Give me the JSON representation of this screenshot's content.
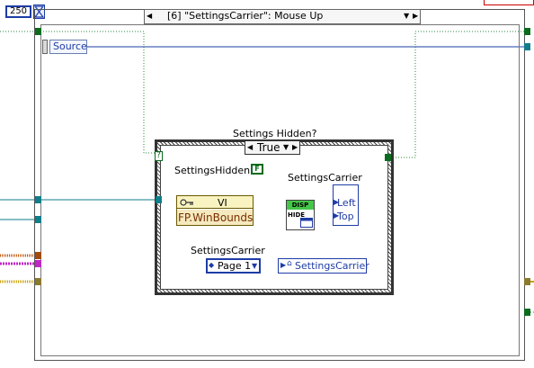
{
  "timeout_constant": "250",
  "event_selector": {
    "label": "[6] \"SettingsCarrier\": Mouse Up",
    "left_arrow": "◀",
    "right_arrow": "▶",
    "dropdown": "▼"
  },
  "event_data": {
    "source_label": "Source"
  },
  "case_structure": {
    "label": "Settings Hidden?",
    "selector_value": "True",
    "dropdown": "▼",
    "question_mark": "?"
  },
  "settings_hidden": {
    "label": "SettingsHidden",
    "constant_value": "F"
  },
  "property_node": {
    "vi_label": "VI",
    "property": "FP.WinBounds"
  },
  "disp_node": {
    "disp_label": "DISP",
    "hide_label": "HIDE"
  },
  "cluster": {
    "label": "SettingsCarrier",
    "fields": [
      "Left",
      "Top"
    ]
  },
  "page_control": {
    "label": "SettingsCarrier",
    "value": "Page 1",
    "dropdown": "▼"
  },
  "reference": {
    "text": "SettingsCarrier"
  },
  "colors": {
    "numeric_blue": "#1e3ca6",
    "boolean_green": "#0b6b1f",
    "cluster_orange": "#a14a0a",
    "string_pink": "#c026c6",
    "reference_teal": "#0f7e8a"
  }
}
